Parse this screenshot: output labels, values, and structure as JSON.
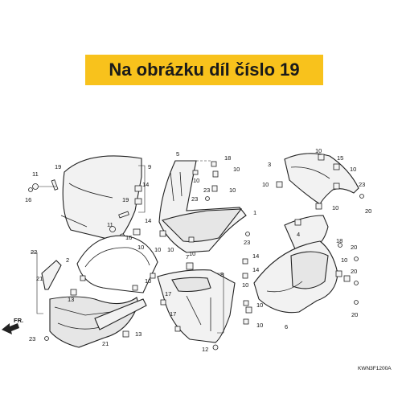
{
  "banner": {
    "text": "Na obrázku díl číslo 19",
    "bg_color": "#f8c21c"
  },
  "diagram_code": "KWN3F1200A",
  "direction_label": "FR.",
  "callouts": {
    "c1": "9",
    "c2": "19",
    "c3": "11",
    "c4": "16",
    "c5": "19",
    "c6": "14",
    "c7": "14",
    "c8": "11",
    "c9": "16",
    "c10": "10",
    "c11": "22",
    "c12": "2",
    "c13": "21",
    "c14": "13",
    "c15": "23",
    "c16": "21",
    "c17": "13",
    "c18": "5",
    "c19": "18",
    "c20": "10",
    "c21": "10",
    "c22": "23",
    "c23": "23",
    "c24": "10",
    "c25": "1",
    "c26": "23",
    "c27": "10",
    "c28": "10",
    "c29": "10",
    "c30": "7",
    "c31": "10",
    "c32": "14",
    "c33": "14",
    "c34": "8",
    "c35": "17",
    "c36": "17",
    "c37": "10",
    "c38": "10",
    "c39": "12",
    "c40": "3",
    "c41": "10",
    "c42": "15",
    "c43": "10",
    "c44": "10",
    "c45": "23",
    "c46": "20",
    "c47": "10",
    "c48": "18",
    "c49": "20",
    "c50": "20",
    "c51": "10",
    "c52": "20",
    "c53": "4",
    "c54": "10",
    "c55": "6"
  }
}
